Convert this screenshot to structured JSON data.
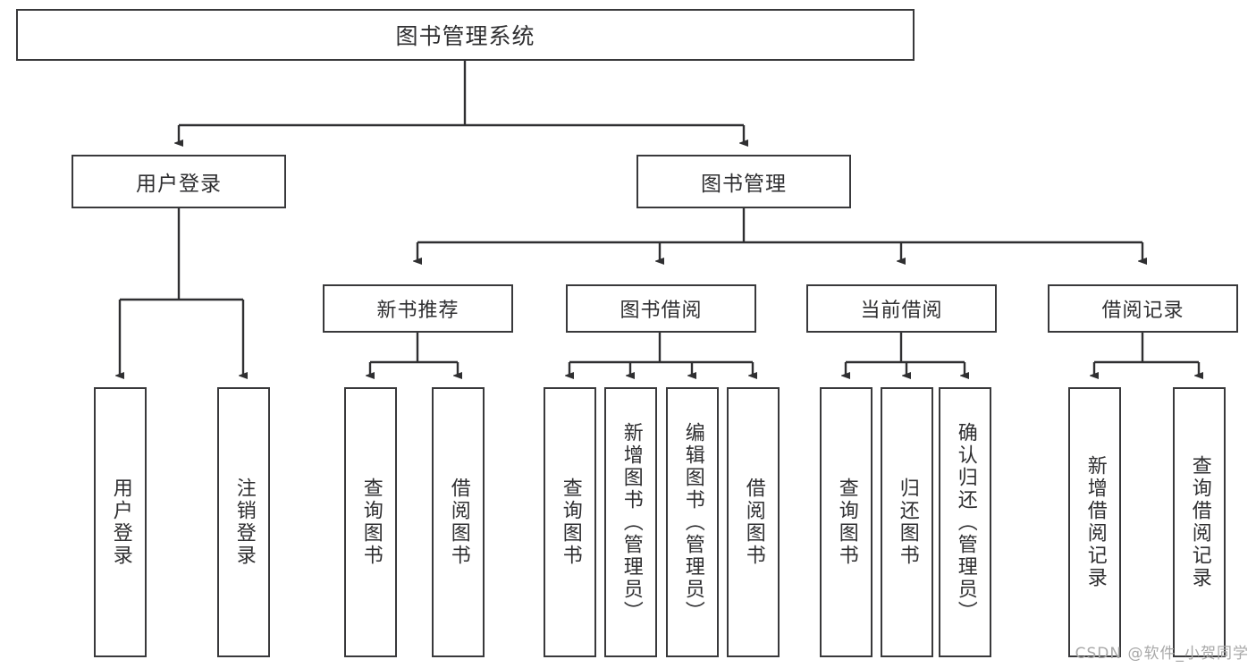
{
  "diagram": {
    "type": "tree",
    "title": "图书管理系统",
    "style": {
      "background": "#ffffff",
      "box_border": "#39393b",
      "box_fill": "#ffffff",
      "text_color": "#2f2f31",
      "connector_color": "#2f2f31",
      "watermark_color": "#a8a8a8"
    },
    "watermark": "CSDN @软件_小贺同学",
    "root": {
      "label": "图书管理系统"
    },
    "level1": [
      {
        "label": "用户登录"
      },
      {
        "label": "图书管理"
      }
    ],
    "level2": [
      {
        "label": "新书推荐",
        "parent": "图书管理"
      },
      {
        "label": "图书借阅",
        "parent": "图书管理"
      },
      {
        "label": "当前借阅",
        "parent": "图书管理"
      },
      {
        "label": "借阅记录",
        "parent": "图书管理"
      }
    ],
    "leaves": {
      "user_login": [
        {
          "label": "用户登录"
        },
        {
          "label": "注销登录"
        }
      ],
      "new_book_recommend": [
        {
          "label": "查询图书"
        },
        {
          "label": "借阅图书"
        }
      ],
      "book_borrow": [
        {
          "label": "查询图书"
        },
        {
          "label": "新增图书（管理员）"
        },
        {
          "label": "编辑图书（管理员）"
        },
        {
          "label": "借阅图书"
        }
      ],
      "current_borrow": [
        {
          "label": "查询图书"
        },
        {
          "label": "归还图书"
        },
        {
          "label": "确认归还（管理员）"
        }
      ],
      "borrow_record": [
        {
          "label": "新增借阅记录"
        },
        {
          "label": "查询借阅记录"
        }
      ]
    }
  }
}
